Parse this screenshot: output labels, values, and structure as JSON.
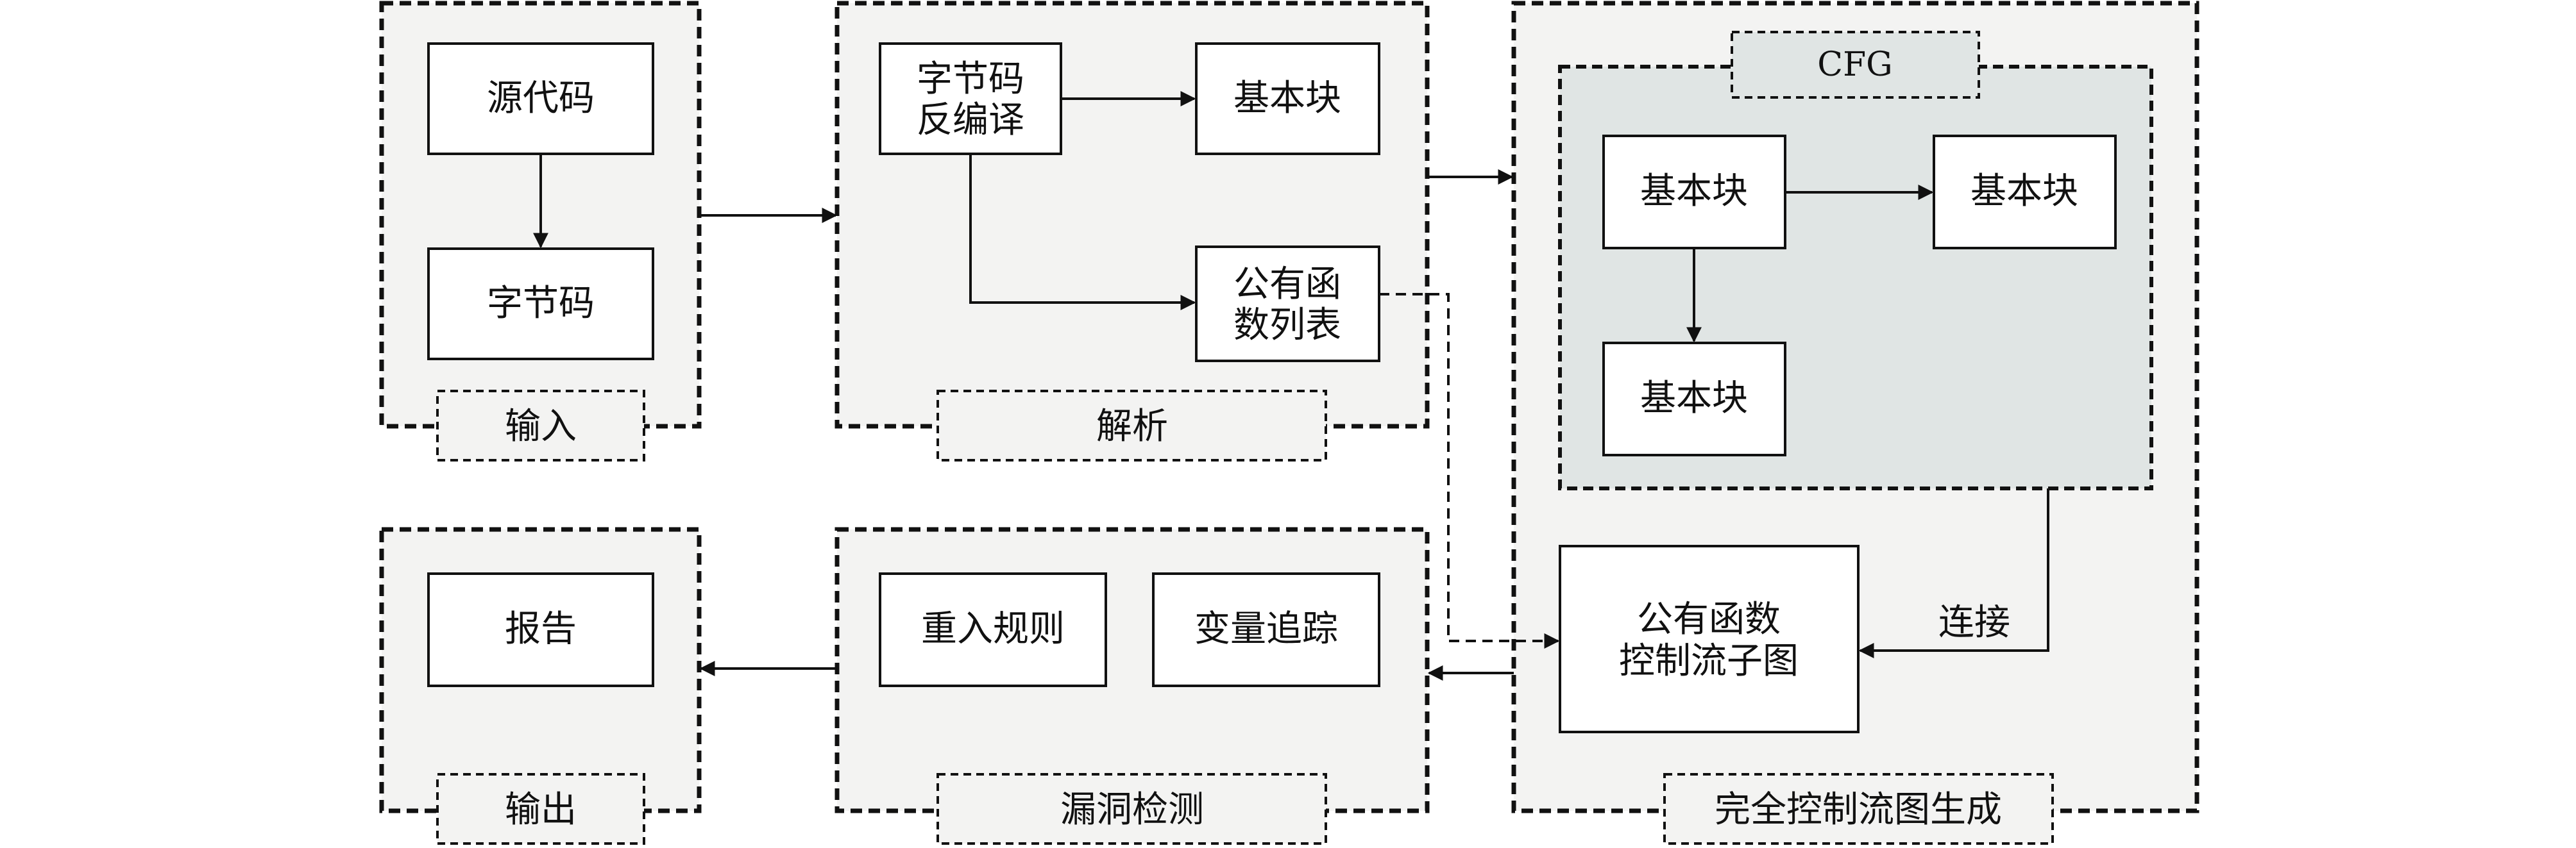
{
  "groups": {
    "input": {
      "label": "输入",
      "source": "源代码",
      "bytecode": "字节码"
    },
    "parse": {
      "label": "解析",
      "decompile_line1": "字节码",
      "decompile_line2": "反编译",
      "basic_block": "基本块",
      "func_list_line1": "公有函",
      "func_list_line2": "数列表"
    },
    "cfg_gen": {
      "label": "完全控制流图生成",
      "cfg_title": "CFG",
      "block_a": "基本块",
      "block_b": "基本块",
      "block_c": "基本块",
      "subgraph_line1": "公有函数",
      "subgraph_line2": "控制流子图",
      "connect_label": "连接"
    },
    "detect": {
      "label": "漏洞检测",
      "reentrancy": "重入规则",
      "var_track": "变量追踪"
    },
    "output": {
      "label": "输出",
      "report": "报告"
    }
  }
}
